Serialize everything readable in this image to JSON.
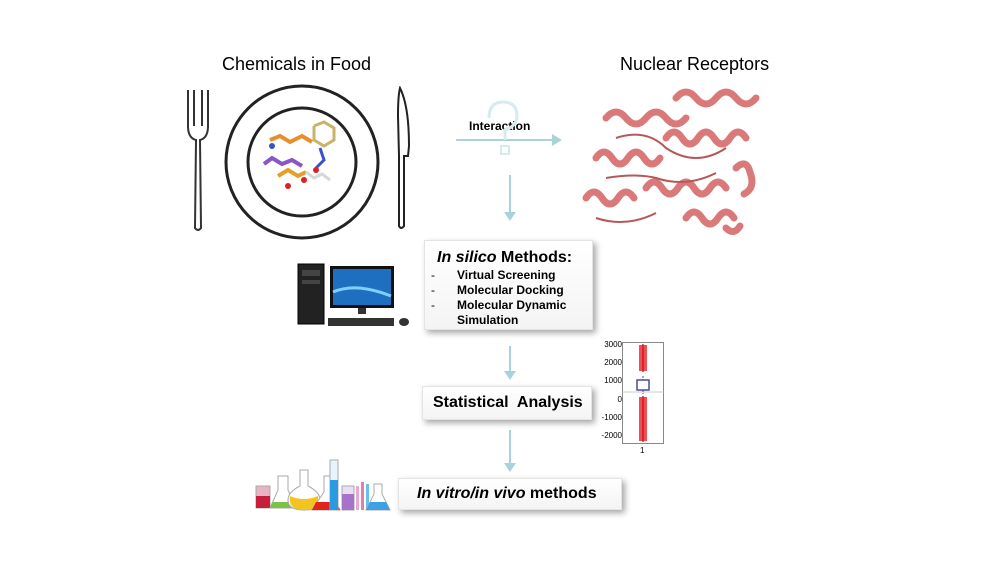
{
  "headings": {
    "food": "Chemicals in Food",
    "receptors": "Nuclear Receptors",
    "interaction": "Interaction"
  },
  "insilico": {
    "title_italic": "In silico",
    "title_rest": " Methods:",
    "items": [
      {
        "dash": "-",
        "text": "Virtual Screening"
      },
      {
        "dash": "-",
        "text": "Molecular Docking"
      },
      {
        "dash": "-",
        "text": "Molecular Dynamic Simulation"
      }
    ]
  },
  "stats": {
    "label": "Statistical  Analysis"
  },
  "invitro": {
    "italic": "In vitro/in vivo",
    "rest": " methods"
  },
  "boxplot": {
    "ticks": [
      "3000",
      "2000",
      "1000",
      "0",
      "-1000",
      "-2000"
    ],
    "xtick": "1",
    "ylim": [
      -2300,
      3100
    ]
  },
  "colors": {
    "arrow": "#a9d3db",
    "protein": "#d9797a",
    "outlier": "#e0181f",
    "box": "#4a4aa0"
  },
  "icons": [
    "fork-icon",
    "plate-icon",
    "knife-icon",
    "molecule-icon",
    "protein-ribbon-icon",
    "computer-icon",
    "lab-flasks-icon",
    "question-icon"
  ]
}
